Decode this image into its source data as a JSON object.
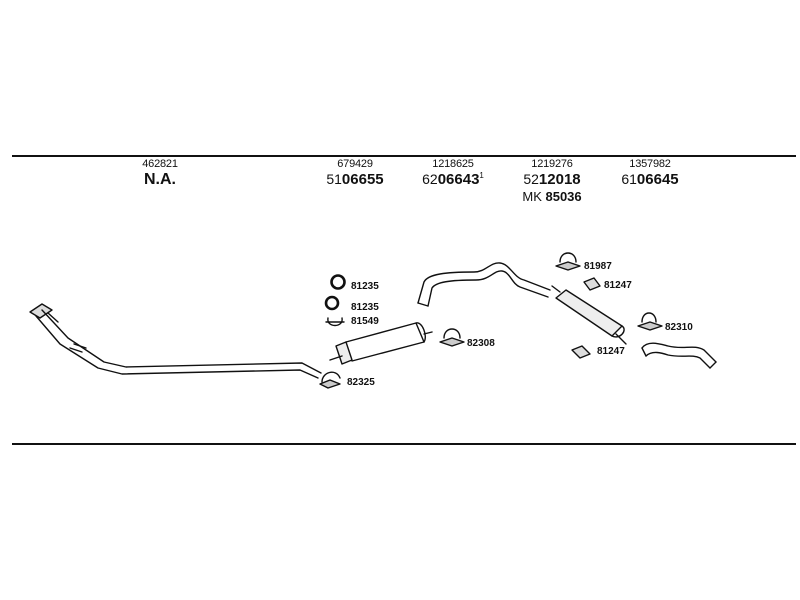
{
  "columns": [
    {
      "oe": "462821",
      "part_prefix": "",
      "part_main": "N.A.",
      "part_suffix": ""
    },
    {
      "oe": "679429",
      "part_prefix": "51",
      "part_main": "06655",
      "part_suffix": ""
    },
    {
      "oe": "1218625",
      "part_prefix": "62",
      "part_main": "06643",
      "part_suffix": "1"
    },
    {
      "oe": "1219276",
      "part_prefix": "52",
      "part_main": "12018",
      "part_suffix": "",
      "kit_prefix": "MK",
      "kit_main": "85036"
    },
    {
      "oe": "1357982",
      "part_prefix": "61",
      "part_main": "06645",
      "part_suffix": ""
    }
  ],
  "fittings": {
    "ring_1": "81235",
    "ring_2": "81235",
    "clamp_small": "81549",
    "clamp_front": "82325",
    "clamp_mid": "82308",
    "clamp_rear_1": "81987",
    "gasket_1": "81247",
    "clamp_rear_2": "82310",
    "gasket_2": "81247"
  }
}
